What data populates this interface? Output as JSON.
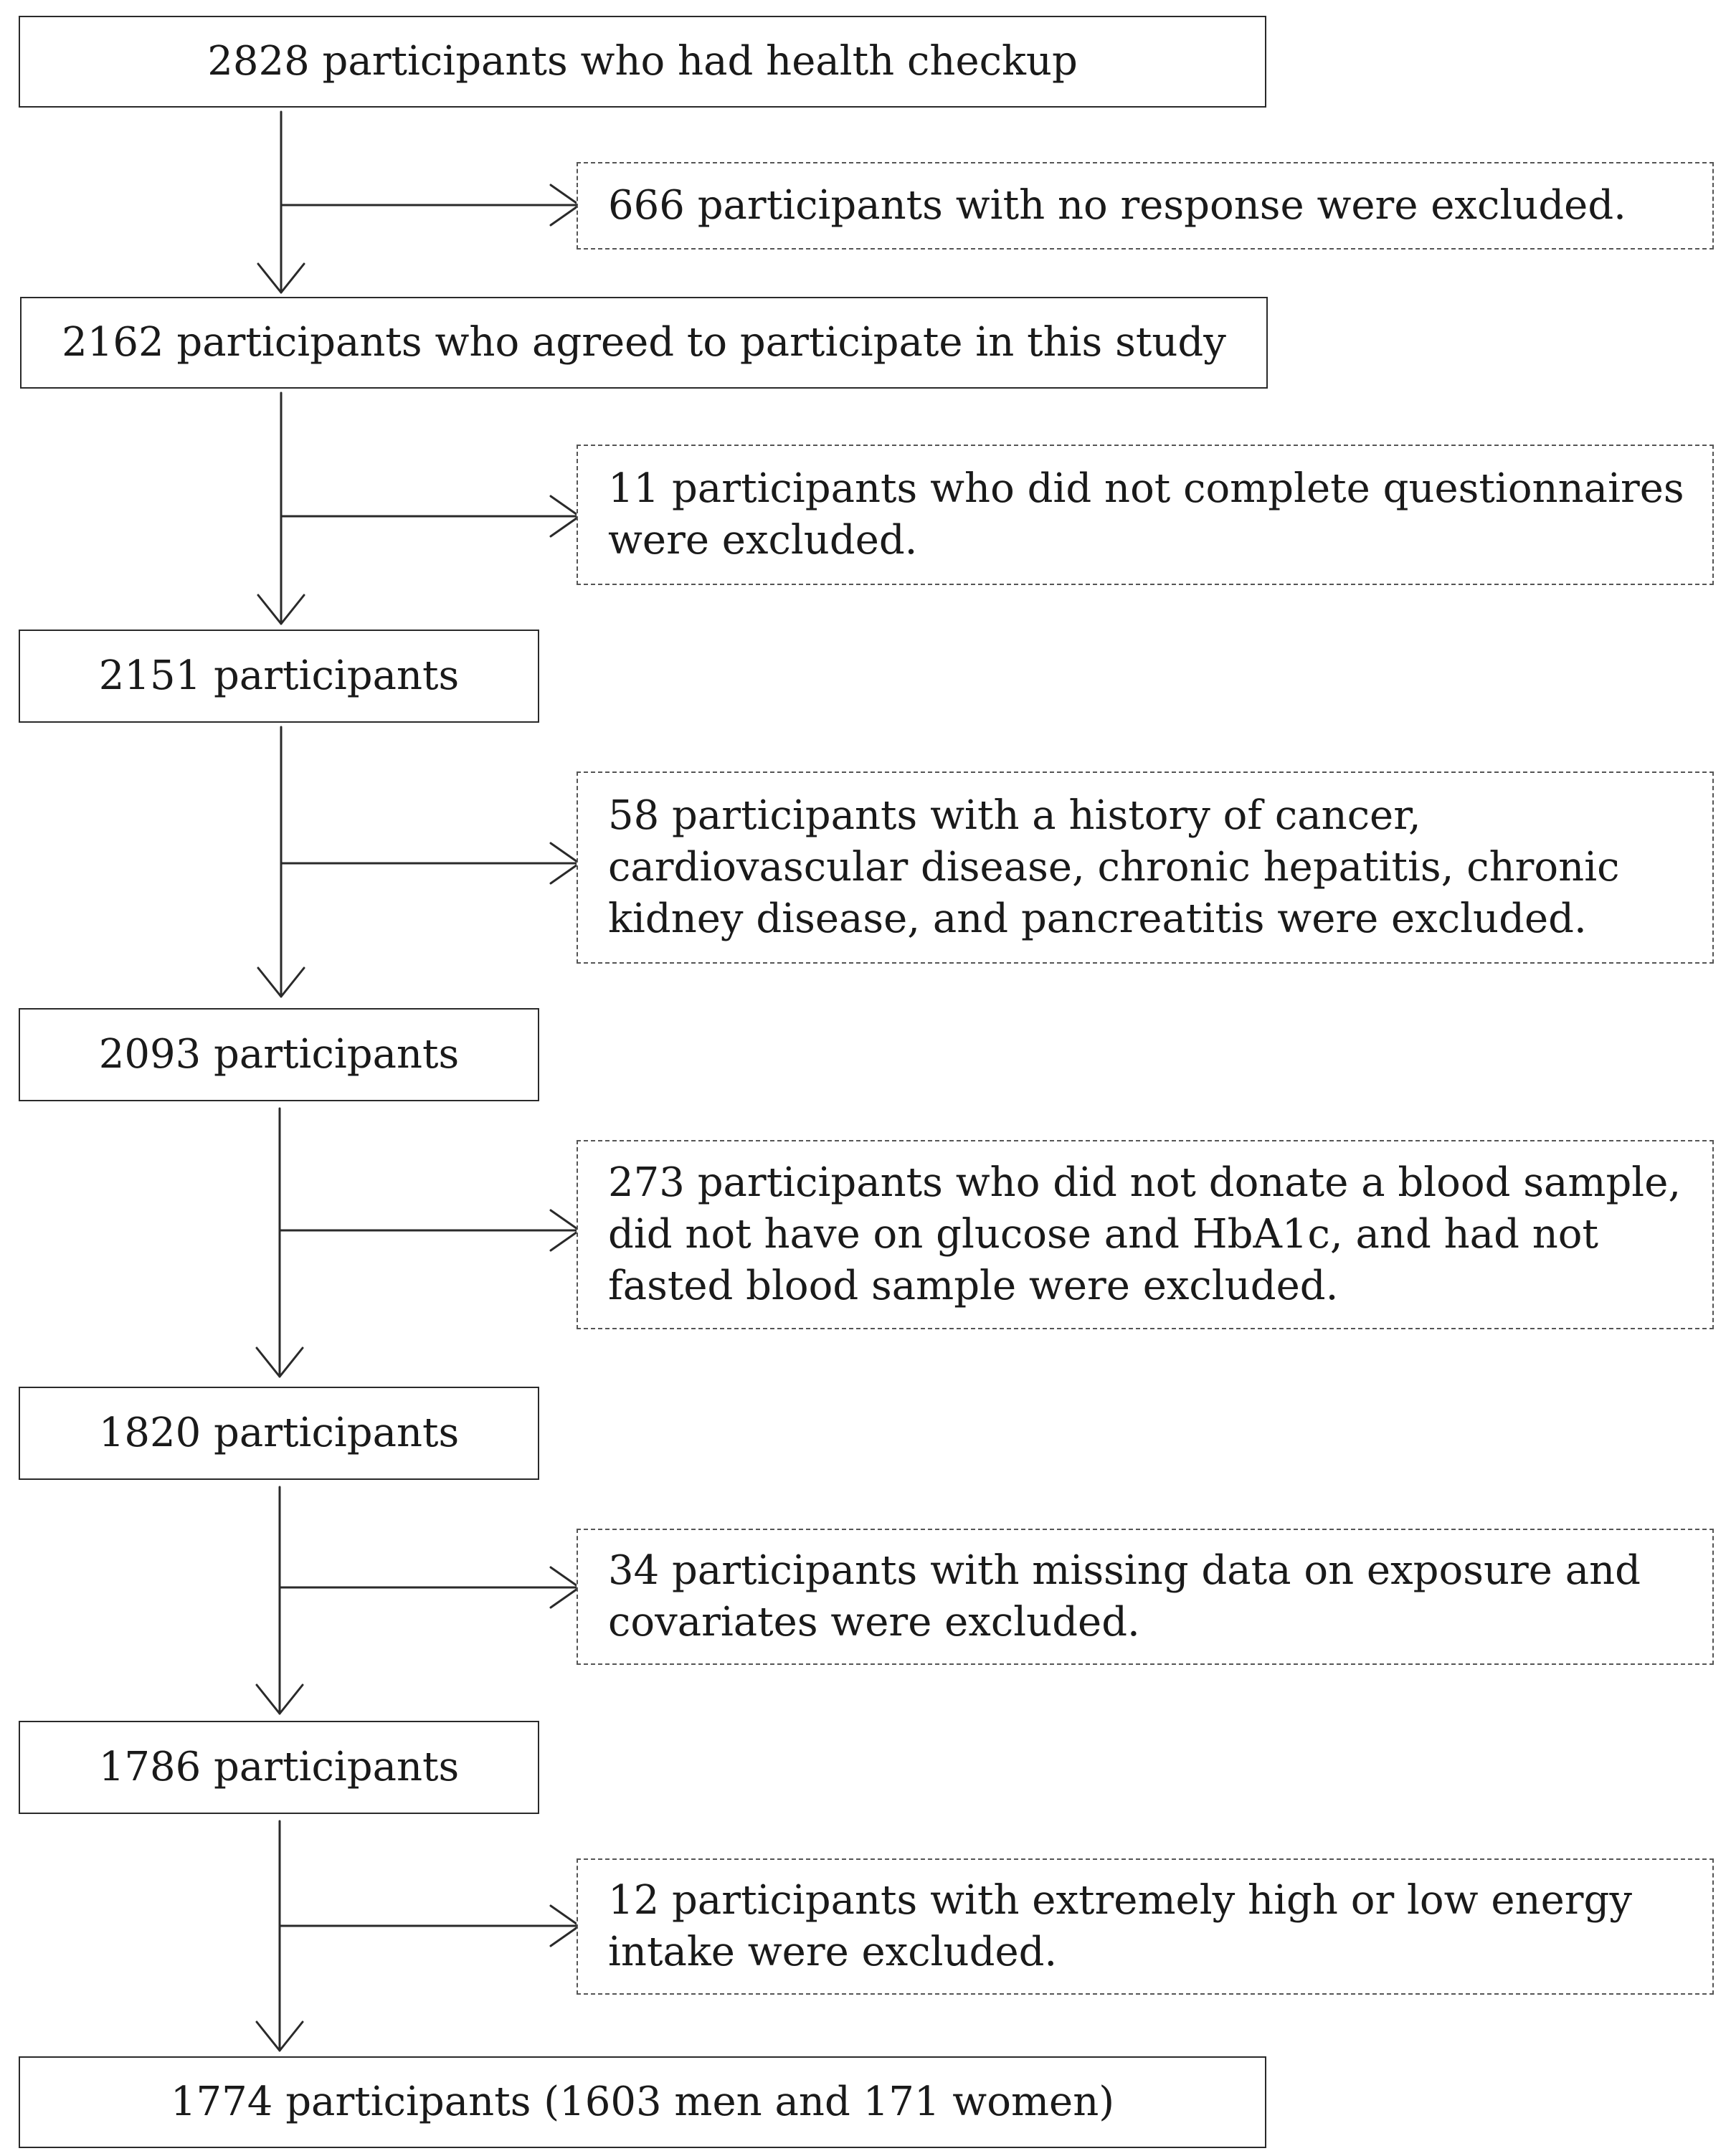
{
  "flow": {
    "main_steps": [
      {
        "label": "2828 participants who had health checkup"
      },
      {
        "label": "2162 participants who agreed to participate in this study"
      },
      {
        "label": "2151 participants"
      },
      {
        "label": "2093 participants"
      },
      {
        "label": "1820 participants"
      },
      {
        "label": "1786 participants"
      },
      {
        "label": "1774 participants (1603 men and 171 women)"
      }
    ],
    "exclusions": [
      {
        "label": "666 participants with no response were excluded."
      },
      {
        "label": "11 participants who did not complete questionnaires\nwere excluded."
      },
      {
        "label": "58 participants with a history of cancer,\ncardiovascular disease, chronic hepatitis, chronic\nkidney disease, and pancreatitis were excluded."
      },
      {
        "label": "273 participants who did not donate a blood sample,\ndid not have on glucose and HbA1c, and had not\nfasted blood sample were excluded."
      },
      {
        "label": "34 participants with missing data on exposure and\ncovariates were excluded."
      },
      {
        "label": "12 participants with extremely high or low energy\nintake were excluded."
      }
    ]
  }
}
